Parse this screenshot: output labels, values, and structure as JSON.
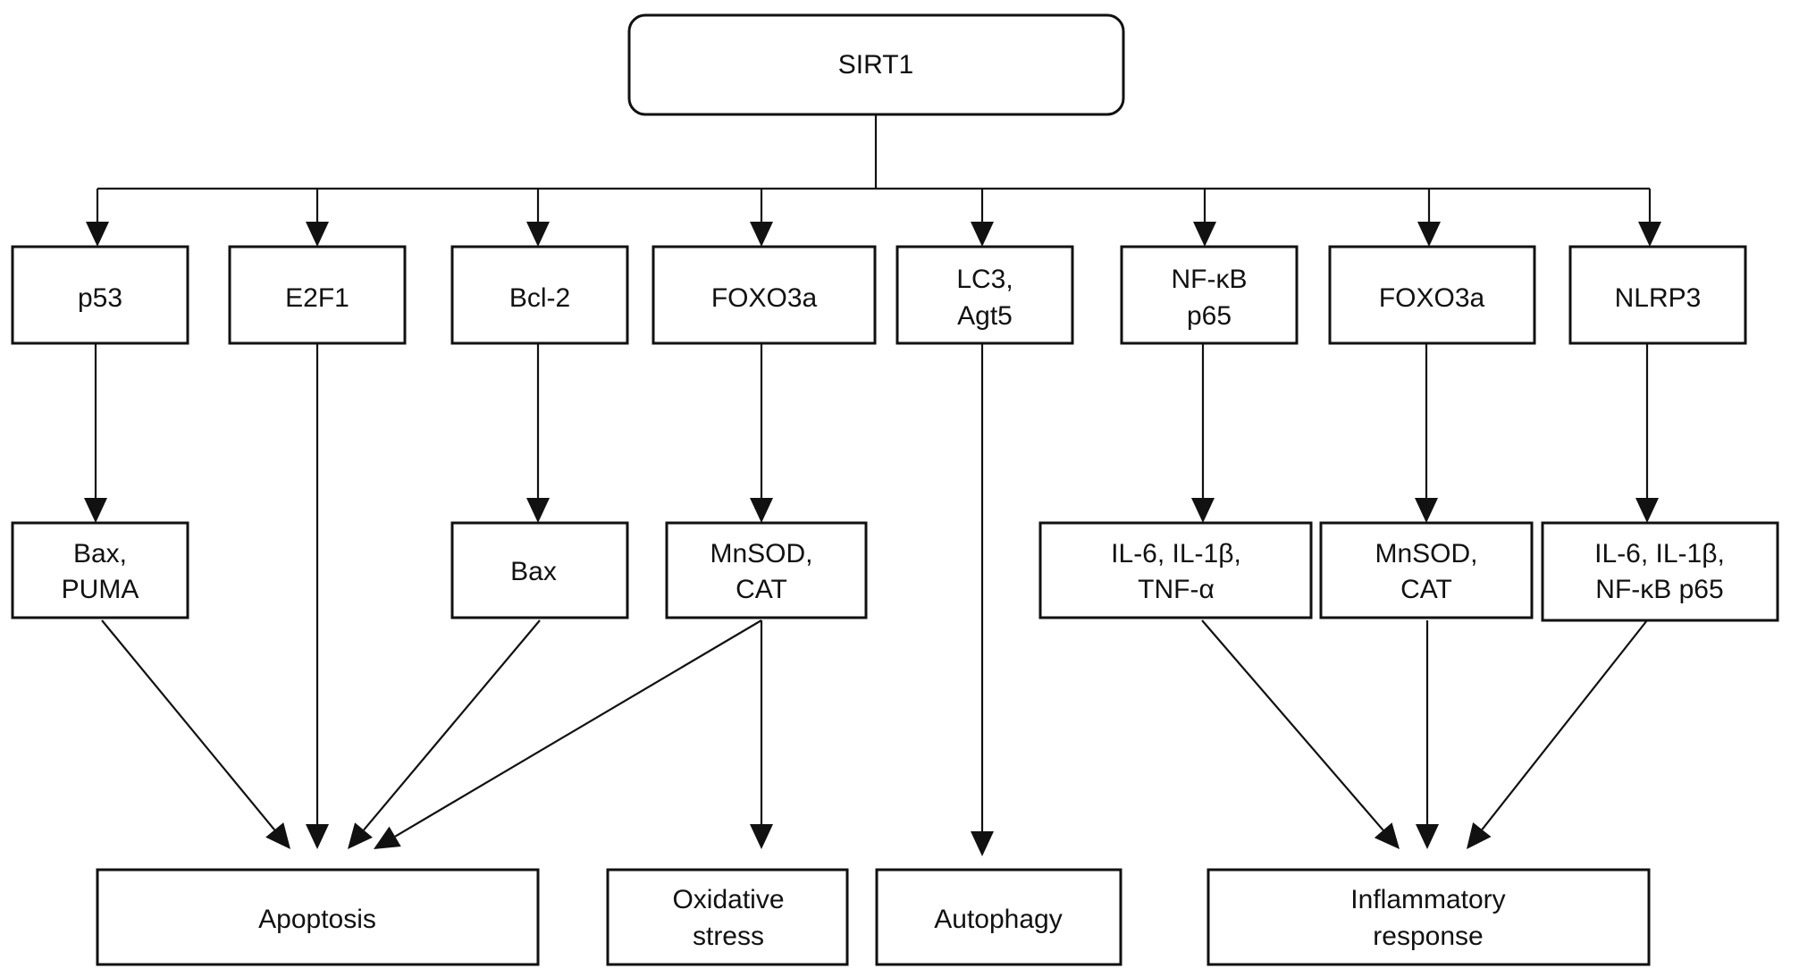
{
  "diagram": {
    "root": "SIRT1",
    "targets": {
      "p53": "p53",
      "e2f1": "E2F1",
      "bcl2": "Bcl-2",
      "foxo3a_1": "FOXO3a",
      "lc3": [
        "LC3,",
        "Agt5"
      ],
      "nfkb": [
        "NF-κB",
        "p65"
      ],
      "foxo3a_2": "FOXO3a",
      "nlrp3": "NLRP3"
    },
    "effectors": {
      "bax_puma": [
        "Bax,",
        "PUMA"
      ],
      "bax": "Bax",
      "mnsod_cat_1": [
        "MnSOD,",
        "CAT"
      ],
      "il6_tnf": [
        "IL-6, IL-1β,",
        "TNF-α"
      ],
      "mnsod_cat_2": [
        "MnSOD,",
        "CAT"
      ],
      "il6_nfkb": [
        "IL-6, IL-1β,",
        "NF-κB p65"
      ]
    },
    "outcomes": {
      "apoptosis": "Apoptosis",
      "oxidative": [
        "Oxidative",
        "stress"
      ],
      "autophagy": "Autophagy",
      "inflammatory": [
        "Inflammatory",
        "response"
      ]
    }
  }
}
